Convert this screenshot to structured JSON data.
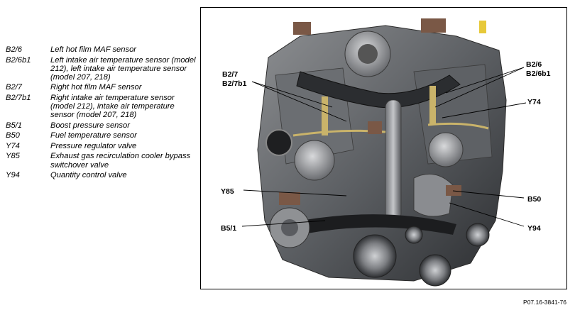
{
  "legend": [
    {
      "code": "B2/6",
      "description": "Left hot film MAF sensor"
    },
    {
      "code": "B2/6b1",
      "description": "Left intake air temperature sensor (model 212), left intake air temperature sensor (model 207, 218)"
    },
    {
      "code": "B2/7",
      "description": "Right hot film MAF sensor"
    },
    {
      "code": "B2/7b1",
      "description": "Right intake air temperature sensor (model 212), intake air temperature sensor (model 207, 218)"
    },
    {
      "code": "B5/1",
      "description": "Boost pressure sensor"
    },
    {
      "code": "B50",
      "description": "Fuel temperature sensor"
    },
    {
      "code": "Y74",
      "description": "Pressure regulator valve"
    },
    {
      "code": "Y85",
      "description": "Exhaust gas recirculation cooler bypass switchover valve"
    },
    {
      "code": "Y94",
      "description": "Quantity control valve"
    }
  ],
  "callouts": {
    "b2_7": "B2/7",
    "b2_7b1": "B2/7b1",
    "b2_6": "B2/6",
    "b2_6b1": "B2/6b1",
    "y74": "Y74",
    "y85": "Y85",
    "b50": "B50",
    "b5_1": "B5/1",
    "y94": "Y94"
  },
  "figure_id": "P07.16-3841-76"
}
